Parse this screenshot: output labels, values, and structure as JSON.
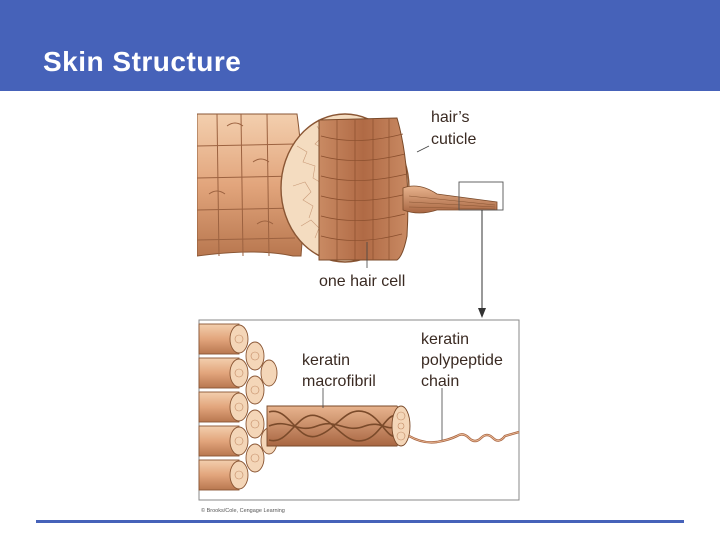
{
  "slide": {
    "title": "Skin Structure",
    "header_color": "#4662b9",
    "rule_color": "#4662b9"
  },
  "figure": {
    "labels": {
      "cuticle_line1": "hair’s",
      "cuticle_line2": "cuticle",
      "hair_cell": "one hair cell",
      "polypeptide_line1": "keratin",
      "polypeptide_line2": "polypeptide",
      "polypeptide_line3": "chain",
      "macrofibril_line1": "keratin",
      "macrofibril_line2": "macrofibril"
    },
    "credit": "© Brooks/Cole, Cengage Learning",
    "colors": {
      "tissue_light": "#efc8a4",
      "tissue_mid": "#d89a70",
      "tissue_dark": "#a86440",
      "outline": "#7a4a2a"
    }
  }
}
